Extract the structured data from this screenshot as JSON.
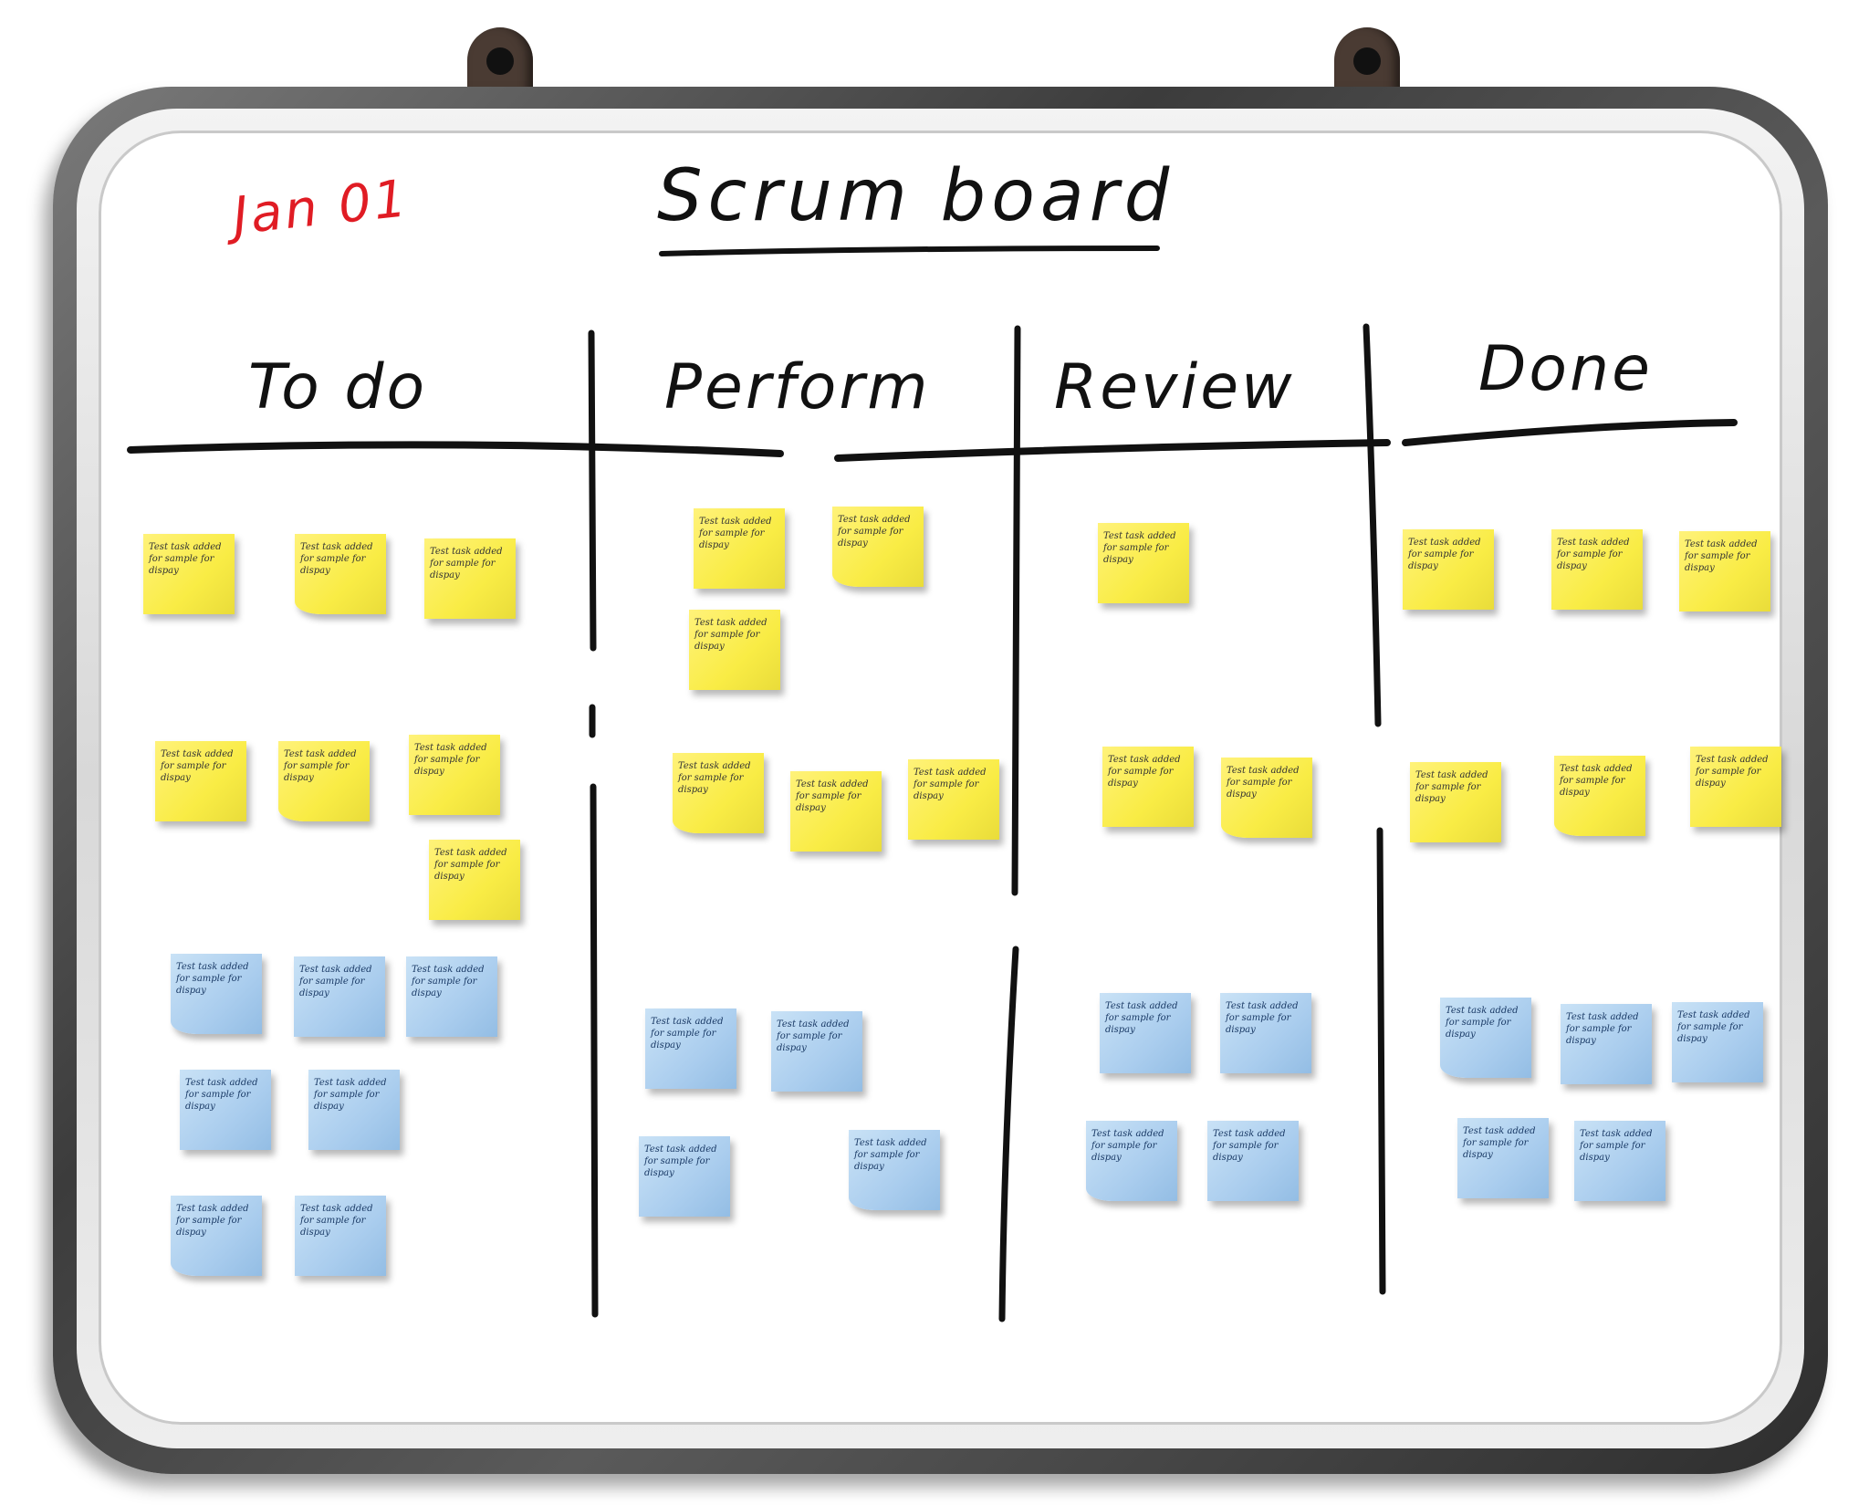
{
  "board": {
    "title": "Scrum board",
    "date": "Jan 01",
    "date_color": "#e01c24",
    "columns": [
      {
        "label": "To do"
      },
      {
        "label": "Perform"
      },
      {
        "label": "Review"
      },
      {
        "label": "Done"
      }
    ]
  },
  "note_text": "Test task added for sample for dispay",
  "note_colors": {
    "yellow": "#f9ec45",
    "blue": "#aacdee"
  }
}
